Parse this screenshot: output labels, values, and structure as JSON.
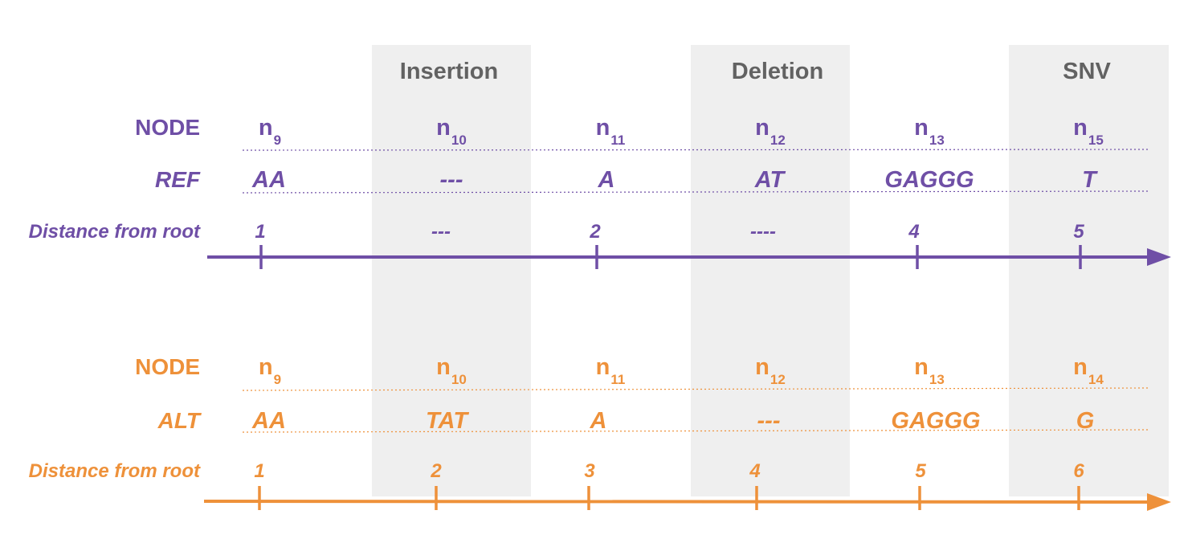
{
  "colors": {
    "reference": "#6f4fa6",
    "alternate": "#ee913a",
    "band": "#efefef",
    "band_title": "#626262"
  },
  "bands": [
    {
      "title": "Insertion"
    },
    {
      "title": "Deletion"
    },
    {
      "title": "SNV"
    }
  ],
  "reference": {
    "node_label": "NODE",
    "seq_label": "REF",
    "distance_label": "Distance from root",
    "columns": [
      {
        "node": "n",
        "node_sub": "9",
        "seq": "AA",
        "distance": "1",
        "tick": true
      },
      {
        "node": "n",
        "node_sub": "10",
        "seq": "---",
        "distance": "---",
        "tick": false
      },
      {
        "node": "n",
        "node_sub": "11",
        "seq": "A",
        "distance": "2",
        "tick": true
      },
      {
        "node": "n",
        "node_sub": "12",
        "seq": "AT",
        "distance": "----",
        "tick": false
      },
      {
        "node": "n",
        "node_sub": "13",
        "seq": "GAGGG",
        "distance": "4",
        "tick": true
      },
      {
        "node": "n",
        "node_sub": "15",
        "seq": "T",
        "distance": "5",
        "tick": true
      }
    ]
  },
  "alternate": {
    "node_label": "NODE",
    "seq_label": "ALT",
    "distance_label": "Distance from root",
    "columns": [
      {
        "node": "n",
        "node_sub": "9",
        "seq": "AA",
        "distance": "1",
        "tick": true
      },
      {
        "node": "n",
        "node_sub": "10",
        "seq": "TAT",
        "distance": "2",
        "tick": true
      },
      {
        "node": "n",
        "node_sub": "11",
        "seq": "A",
        "distance": "3",
        "tick": true
      },
      {
        "node": "n",
        "node_sub": "12",
        "seq": "---",
        "distance": "4",
        "tick": true
      },
      {
        "node": "n",
        "node_sub": "13",
        "seq": "GAGGG",
        "distance": "5",
        "tick": true
      },
      {
        "node": "n",
        "node_sub": "14",
        "seq": "G",
        "distance": "6",
        "tick": true
      }
    ]
  }
}
